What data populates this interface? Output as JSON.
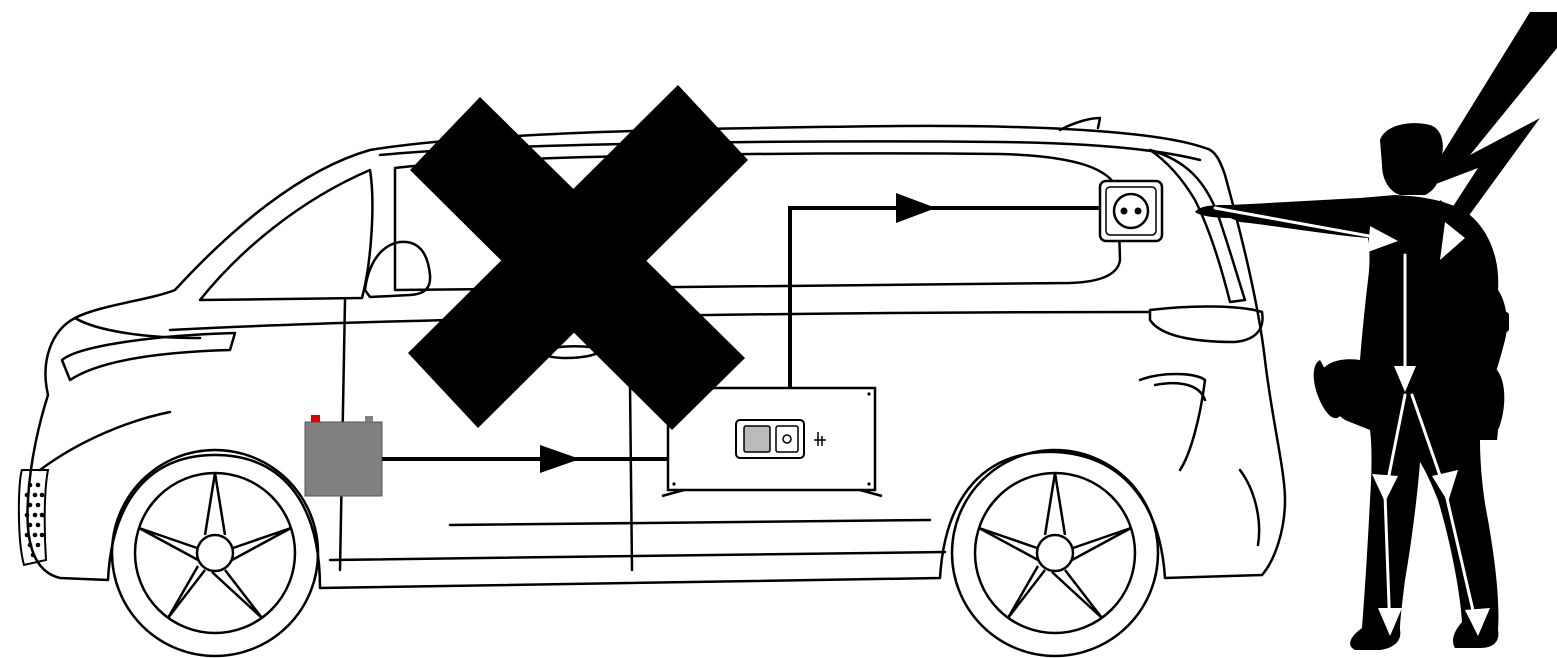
{
  "figure": {
    "background": "#ffffff",
    "line_color": "#000000",
    "battery_color": "#808080",
    "battery_terminal_color": "#e00000",
    "current_arrow_color": "#ffffff",
    "elements": {
      "van": "van-outline",
      "battery": "vehicle-battery",
      "inverter": "power-inverter",
      "socket": "power-socket",
      "cross": "prohibited-cross",
      "person": "person-silhouette",
      "lightning": "lightning-bolt-icon"
    }
  }
}
